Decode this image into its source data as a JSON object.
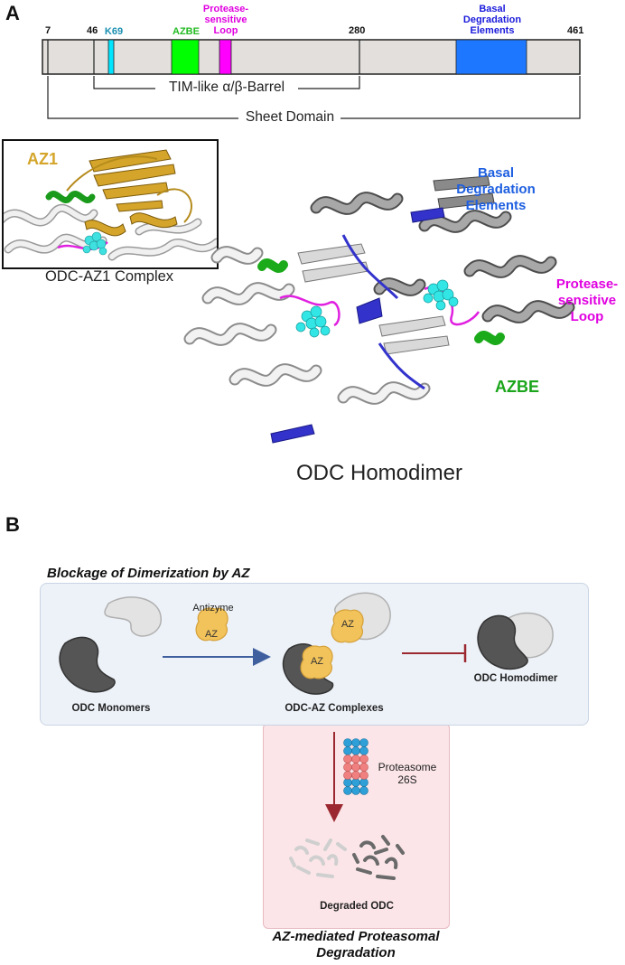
{
  "panelA": {
    "letter": "A",
    "positions": [
      "7",
      "46",
      "280",
      "461"
    ],
    "domains": [
      {
        "label": "K69",
        "color": "#00e5ff",
        "text_color": "#1a8fb0"
      },
      {
        "label": "AZBE",
        "color": "#00ff00",
        "text_color": "#22bb22"
      },
      {
        "label": "Protease-\nsensitive\nLoop",
        "color": "#ff00ff",
        "text_color": "#e000e0"
      },
      {
        "label": "Basal\nDegradation\nElements",
        "color": "#1e78ff",
        "text_color": "#1a1adc"
      }
    ],
    "barrel_label": "TIM-like α/β-Barrel",
    "sheet_label": "Sheet Domain",
    "inset_label": "AZ1",
    "inset_caption": "ODC-AZ1 Complex",
    "structure_labels": {
      "basal": "Basal\nDegradation\nElements",
      "protease": "Protease-\nsensitive\nLoop",
      "azbe": "AZBE"
    },
    "structure_caption": "ODC Homodimer"
  },
  "panelB": {
    "letter": "B",
    "title_top": "Blockage of Dimerization by AZ",
    "antizyme": "Antizyme",
    "az": "AZ",
    "monomers": "ODC Monomers",
    "complexes": "ODC-AZ Complexes",
    "homodimer": "ODC Homodimer",
    "proteasome": "Proteasome\n26S",
    "degraded": "Degraded ODC",
    "title_bottom": "AZ-mediated Proteasomal\nDegradation"
  },
  "colors": {
    "arrow_blue": "#3f5f9e",
    "inhibit_red": "#9b2830",
    "az_gold": "#f2c35a",
    "bar_fill": "#e2dfdd",
    "blue_box": "#edf2f8",
    "pink_box": "#fbe5e8"
  }
}
